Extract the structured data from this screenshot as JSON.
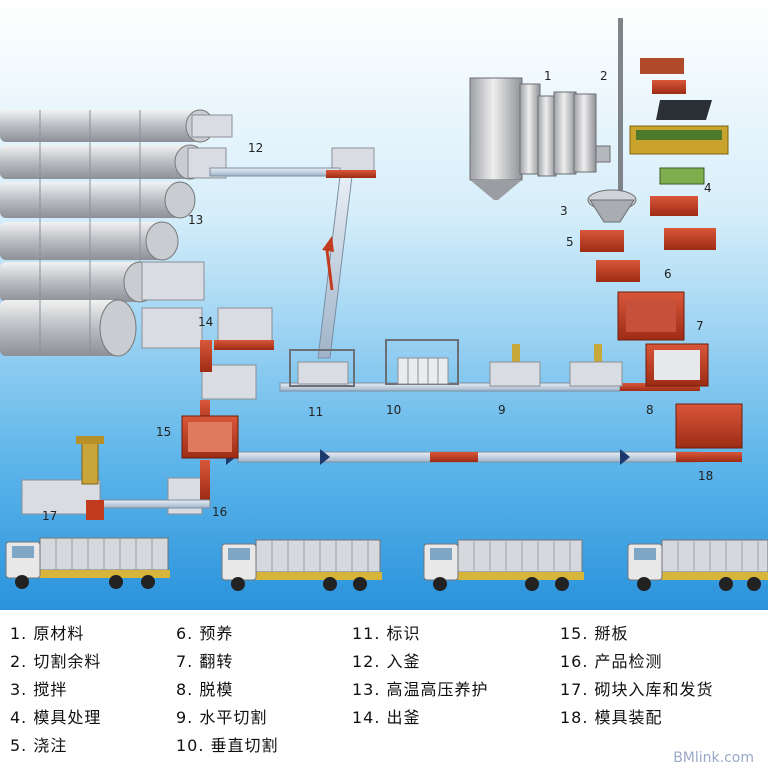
{
  "step_numbers": [
    "1",
    "2",
    "3",
    "4",
    "5",
    "6",
    "7",
    "8",
    "9",
    "10",
    "11",
    "12",
    "13",
    "14",
    "15",
    "16",
    "17",
    "18"
  ],
  "legend": [
    {
      "num": "1.",
      "label": "原材料"
    },
    {
      "num": "2.",
      "label": "切割余料"
    },
    {
      "num": "3.",
      "label": "搅拌"
    },
    {
      "num": "4.",
      "label": "模具处理"
    },
    {
      "num": "5.",
      "label": "浇注"
    },
    {
      "num": "6.",
      "label": "预养"
    },
    {
      "num": "7.",
      "label": "翻转"
    },
    {
      "num": "8.",
      "label": "脱模"
    },
    {
      "num": "9.",
      "label": "水平切割"
    },
    {
      "num": "10.",
      "label": "垂直切割"
    },
    {
      "num": "11.",
      "label": "标识"
    },
    {
      "num": "12.",
      "label": "入釜"
    },
    {
      "num": "13.",
      "label": "高温高压养护"
    },
    {
      "num": "14.",
      "label": "出釜"
    },
    {
      "num": "15.",
      "label": "掰板"
    },
    {
      "num": "16.",
      "label": "产品检测"
    },
    {
      "num": "17.",
      "label": "砌块入库和发货"
    },
    {
      "num": "18.",
      "label": "模具装配"
    }
  ],
  "watermark": "BMlink.com",
  "colors": {
    "sky_top": "#ffffff",
    "sky_bottom": "#2e9be0",
    "conveyor": "#c23b1e",
    "block": "#d9dde3",
    "truck_cab": "#e6e6e6",
    "truck_bed": "#e0c23a"
  }
}
